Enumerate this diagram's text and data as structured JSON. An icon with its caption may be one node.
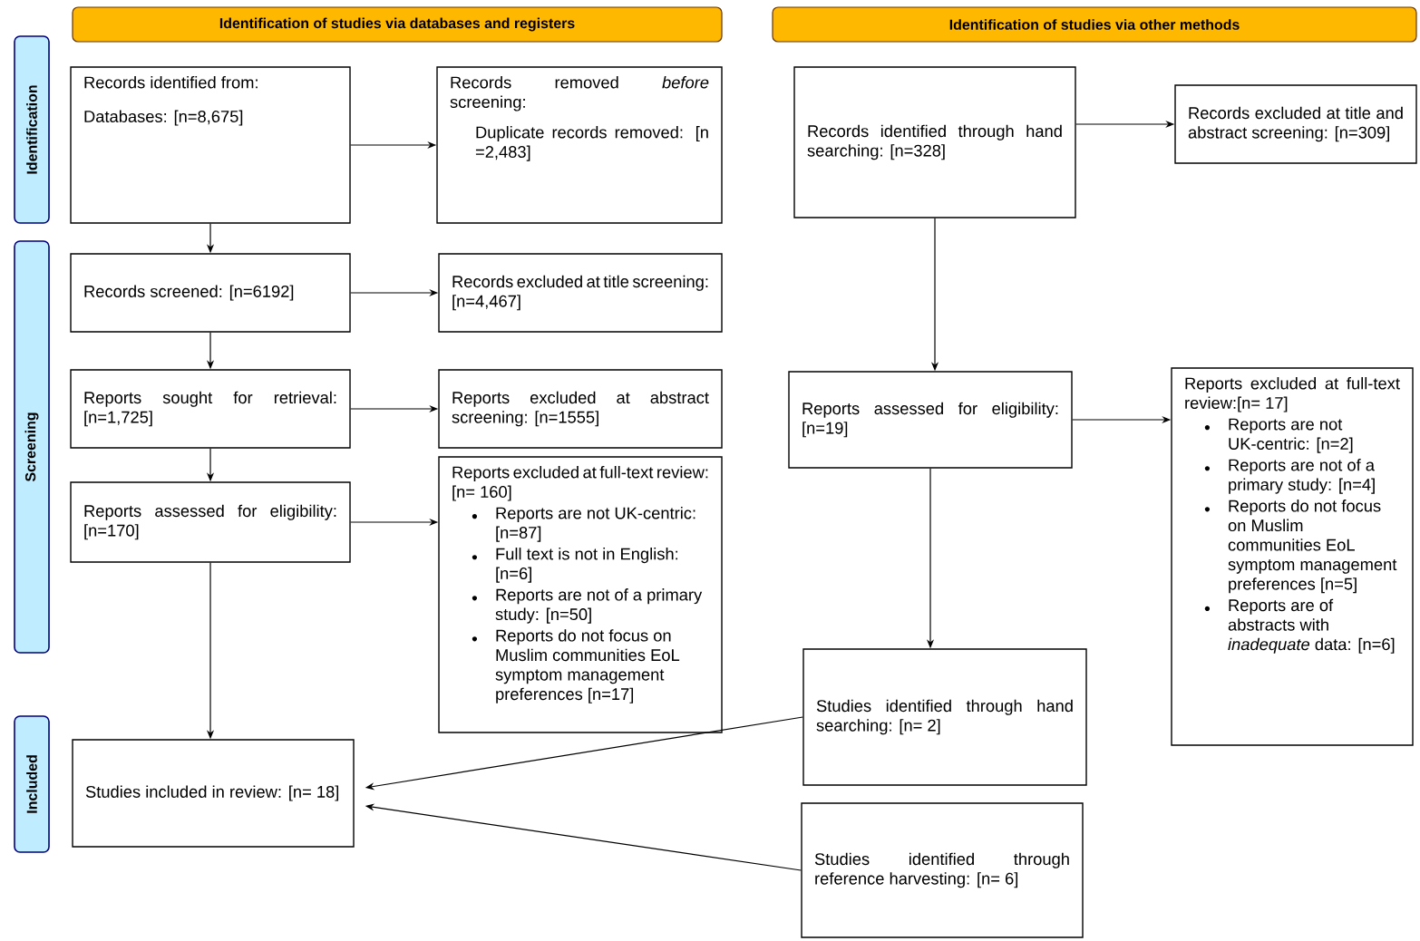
{
  "diagram": {
    "nodes": [
      {
        "text": [
          "Identification of studies via databases and registers"
        ]
      },
      {
        "text": [
          "Identification of studies via other methods"
        ]
      },
      {
        "text": [
          "Identification"
        ]
      },
      {
        "text": [
          "Screening"
        ]
      },
      {
        "text": [
          "Included"
        ]
      },
      {
        "text": [
          "Records identified from:",
          "Databases: [n=8,675]"
        ]
      },
      {
        "text": [
          "Records removed *before* screening:",
          "Duplicate records removed: [n =2,483]"
        ]
      },
      {
        "text": [
          "Records screened: [n=6192]"
        ]
      },
      {
        "text": [
          "Records excluded at title screening: [n=4,467]"
        ]
      },
      {
        "text": [
          "Reports sought for retrieval: [n=1,725]"
        ]
      },
      {
        "text": [
          "Reports excluded at abstract screening: [n=1555]"
        ]
      },
      {
        "text": [
          "Reports assessed for eligibility: [n=170]"
        ]
      },
      {
        "text": [
          "Reports excluded at full-text review: [n= 160]",
          "Reports are not UK-centric: [n=87]",
          "Full text is not in English: [n=6]",
          "Reports are not of a primary study: [n=50]",
          "Reports do not focus on Muslim communities EoL symptom management preferences [n=17]"
        ]
      },
      {
        "text": [
          "Studies included in review: [n= 18]"
        ]
      },
      {
        "text": [
          "Records identified through hand searching: [n=328]"
        ]
      },
      {
        "text": [
          "Records excluded at title and abstract screening: [n=309]"
        ]
      },
      {
        "text": [
          "Reports assessed for eligibility: [n=19]"
        ]
      },
      {
        "text": [
          "Reports excluded at full-text review:[n= 17]",
          "Reports are not UK-centric: [n=2]",
          "Reports are not of a primary study: [n=4]",
          "Reports do not focus on Muslim communities EoL symptom management preferences [n=5]",
          "Reports are of abstracts with *inadequate* data: [n=6]"
        ]
      },
      {
        "text": [
          "Studies identified through hand searching: [n= 2]"
        ]
      },
      {
        "text": [
          "Studies identified through reference harvesting: [n= 6]"
        ]
      }
    ],
    "edges": [
      {
        "from": 5,
        "to": 6,
        "arrow": "to"
      },
      {
        "from": 5,
        "to": 7,
        "arrow": "to"
      },
      {
        "from": 7,
        "to": 8,
        "arrow": "to"
      },
      {
        "from": 7,
        "to": 9,
        "arrow": "to"
      },
      {
        "from": 9,
        "to": 10,
        "arrow": "to"
      },
      {
        "from": 9,
        "to": 11,
        "arrow": "to"
      },
      {
        "from": 11,
        "to": 12,
        "arrow": "to"
      },
      {
        "from": 11,
        "to": 13,
        "arrow": "to"
      },
      {
        "from": 14,
        "to": 15,
        "arrow": "to"
      },
      {
        "from": 14,
        "to": 16,
        "arrow": "to"
      },
      {
        "from": 16,
        "to": 17,
        "arrow": "to"
      },
      {
        "from": 16,
        "to": 18,
        "arrow": "to"
      },
      {
        "from": 18,
        "to": 13,
        "arrow": "to"
      },
      {
        "from": 19,
        "to": 13,
        "arrow": "to"
      }
    ]
  }
}
